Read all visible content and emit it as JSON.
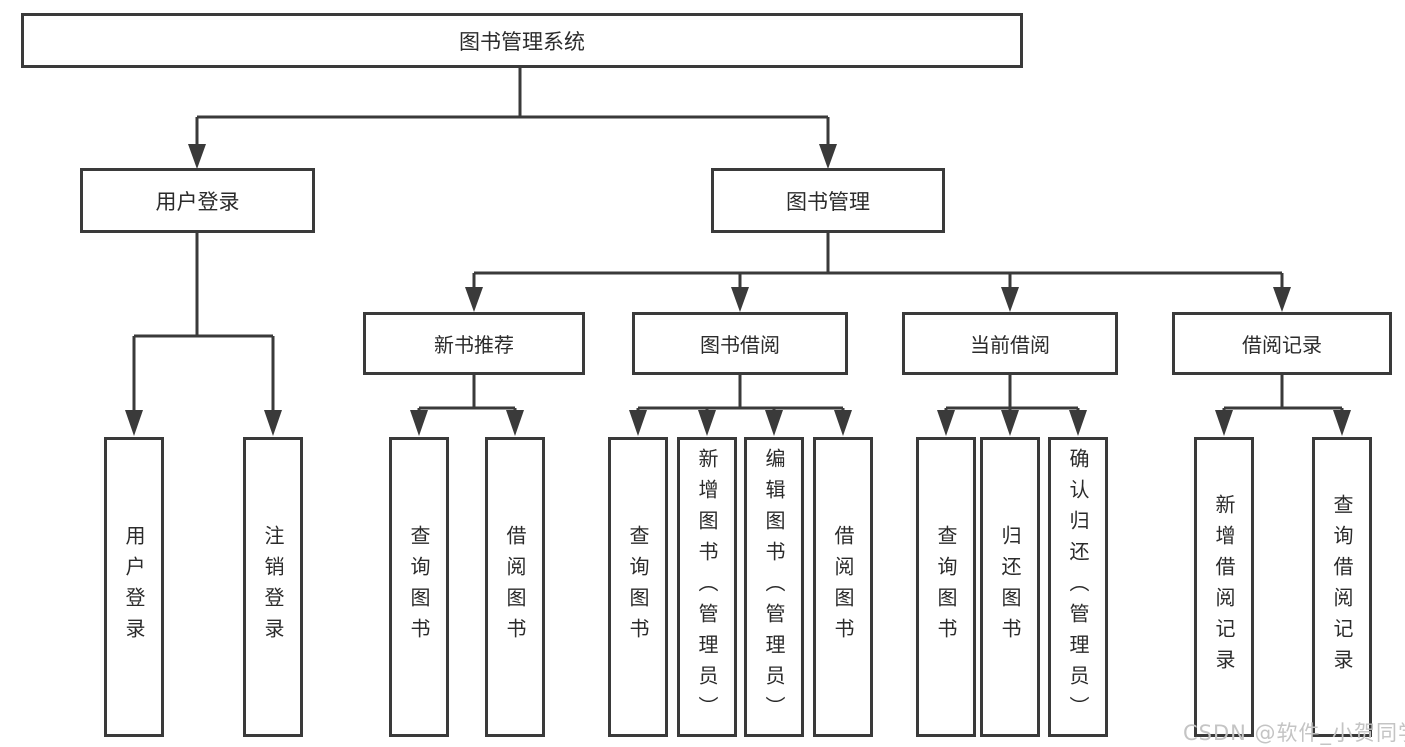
{
  "diagram": {
    "title_node": "图书管理系统",
    "root": {
      "label": "图书管理系统"
    },
    "branches": [
      {
        "label": "用户登录",
        "children": [
          "用户登录",
          "注销登录"
        ]
      },
      {
        "label": "图书管理",
        "groups": [
          {
            "label": "新书推荐",
            "children": [
              "查询图书",
              "借阅图书"
            ]
          },
          {
            "label": "图书借阅",
            "children": [
              "查询图书",
              "新增图书（管理员）",
              "编辑图书（管理员）",
              "借阅图书"
            ]
          },
          {
            "label": "当前借阅",
            "children": [
              "查询图书",
              "归还图书",
              "确认归还（管理员）"
            ]
          },
          {
            "label": "借阅记录",
            "children": [
              "新增借阅记录",
              "查询借阅记录"
            ]
          }
        ]
      }
    ],
    "watermark": "CSDN @软件_小贺同学",
    "colors": {
      "line": "#3a3a3a",
      "text": "#2b2b2b",
      "box_background": "#ffffff",
      "page_background": "#ffffff",
      "watermark": "#c4c4c4"
    }
  }
}
